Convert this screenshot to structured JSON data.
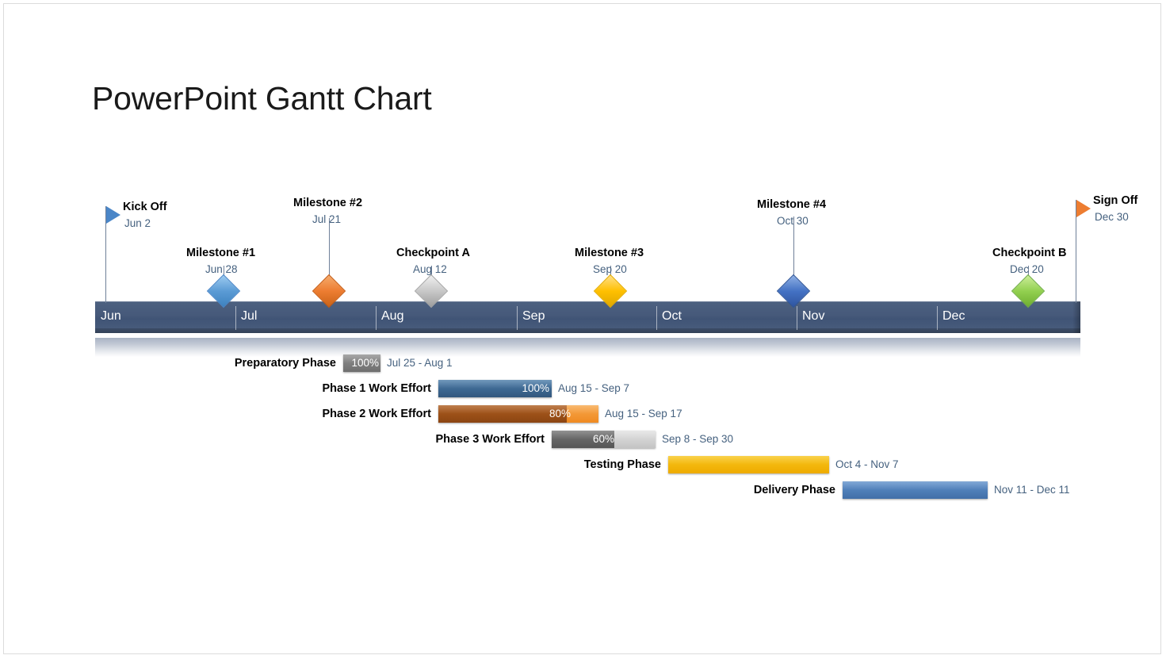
{
  "page": {
    "title": "PowerPoint Gantt Chart",
    "background": "#ffffff"
  },
  "timeline": {
    "months": [
      {
        "label": "Jun"
      },
      {
        "label": "Jul"
      },
      {
        "label": "Aug"
      },
      {
        "label": "Sep"
      },
      {
        "label": "Oct"
      },
      {
        "label": "Nov"
      },
      {
        "label": "Dec"
      }
    ],
    "bar_color": "#46597a",
    "label_color": "#ffffff"
  },
  "milestones": [
    {
      "name": "Kick Off",
      "date": "Jun 2",
      "marker": "flag",
      "color": "#4a86c8"
    },
    {
      "name": "Milestone #1",
      "date": "Jun 28",
      "marker": "diamond",
      "color": "#5b9bd5"
    },
    {
      "name": "Milestone #2",
      "date": "Jul 21",
      "marker": "diamond",
      "color": "#ed7d31"
    },
    {
      "name": "Checkpoint A",
      "date": "Aug 12",
      "marker": "diamond",
      "color": "#bfbfbf"
    },
    {
      "name": "Milestone #3",
      "date": "Sep 20",
      "marker": "diamond",
      "color": "#ffc000"
    },
    {
      "name": "Milestone #4",
      "date": "Oct 30",
      "marker": "diamond",
      "color": "#4472c4"
    },
    {
      "name": "Checkpoint B",
      "date": "Dec 20",
      "marker": "diamond",
      "color": "#92d050"
    },
    {
      "name": "Sign Off",
      "date": "Dec 30",
      "marker": "flag",
      "color": "#ed7d31"
    }
  ],
  "tasks": [
    {
      "name": "Preparatory Phase",
      "percent": "100%",
      "dates": "Jul 25 - Aug 1",
      "color": "#7f7f7f",
      "rest_color": "#d9d9d9"
    },
    {
      "name": "Phase 1 Work Effort",
      "percent": "100%",
      "dates": "Aug 15 - Sep 7",
      "color": "#396590",
      "rest_color": "#9dc3e6"
    },
    {
      "name": "Phase 2 Work Effort",
      "percent": "80%",
      "dates": "Aug 15 - Sep 17",
      "color": "#9c4f17",
      "rest_color": "#f59331"
    },
    {
      "name": "Phase 3 Work Effort",
      "percent": "60%",
      "dates": "Sep 8 - Sep 30",
      "color": "#626262",
      "rest_color": "#d0d0d0"
    },
    {
      "name": "Testing Phase",
      "percent": "",
      "dates": "Oct 4 - Nov 7",
      "color": "#f2b705",
      "rest_color": "#f2b705"
    },
    {
      "name": "Delivery Phase",
      "percent": "",
      "dates": "Nov 11 - Dec 11",
      "color": "#4f81bd",
      "rest_color": "#4f81bd"
    }
  ],
  "chart_data": {
    "type": "bar",
    "title": "PowerPoint Gantt Chart",
    "xlabel": "",
    "ylabel": "",
    "categories": [
      "Jun",
      "Jul",
      "Aug",
      "Sep",
      "Oct",
      "Nov",
      "Dec"
    ],
    "tasks": [
      {
        "name": "Preparatory Phase",
        "start": "Jul 25",
        "end": "Aug 1",
        "percent": 100
      },
      {
        "name": "Phase 1 Work Effort",
        "start": "Aug 15",
        "end": "Sep 7",
        "percent": 100
      },
      {
        "name": "Phase 2 Work Effort",
        "start": "Aug 15",
        "end": "Sep 17",
        "percent": 80
      },
      {
        "name": "Phase 3 Work Effort",
        "start": "Sep 8",
        "end": "Sep 30",
        "percent": 60
      },
      {
        "name": "Testing Phase",
        "start": "Oct 4",
        "end": "Nov 7",
        "percent": null
      },
      {
        "name": "Delivery Phase",
        "start": "Nov 11",
        "end": "Dec 11",
        "percent": null
      }
    ],
    "milestones": [
      {
        "name": "Kick Off",
        "date": "Jun 2"
      },
      {
        "name": "Milestone #1",
        "date": "Jun 28"
      },
      {
        "name": "Milestone #2",
        "date": "Jul 21"
      },
      {
        "name": "Checkpoint A",
        "date": "Aug 12"
      },
      {
        "name": "Milestone #3",
        "date": "Sep 20"
      },
      {
        "name": "Milestone #4",
        "date": "Oct 30"
      },
      {
        "name": "Checkpoint B",
        "date": "Dec 20"
      },
      {
        "name": "Sign Off",
        "date": "Dec 30"
      }
    ],
    "grid": false,
    "legend": "none"
  }
}
